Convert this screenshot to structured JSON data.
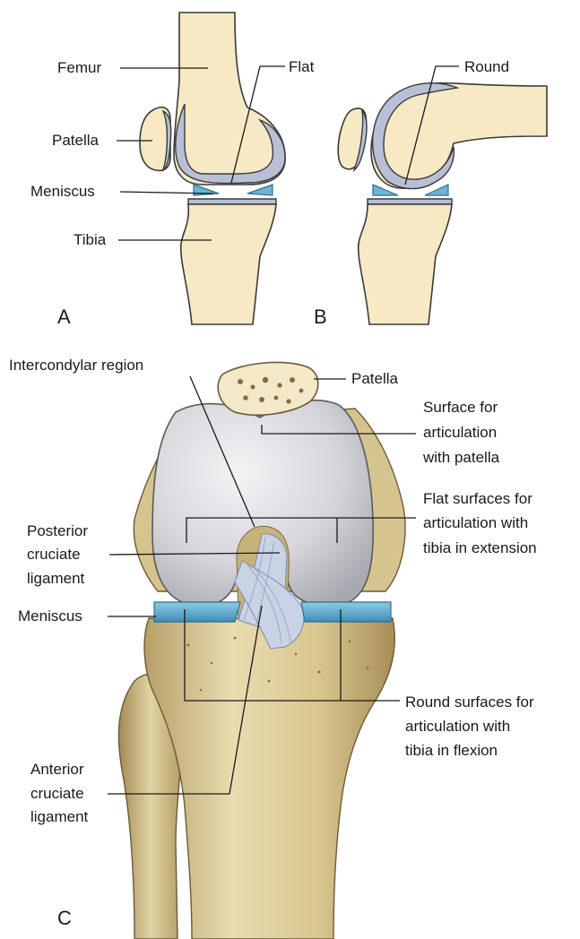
{
  "panels": {
    "A": {
      "letter": "A",
      "labels": {
        "femur": "Femur",
        "flat": "Flat",
        "patella": "Patella",
        "meniscus": "Meniscus",
        "tibia": "Tibia"
      }
    },
    "B": {
      "letter": "B",
      "labels": {
        "round": "Round"
      }
    },
    "C": {
      "letter": "C",
      "labels": {
        "intercondylar_region": "Intercondylar region",
        "patella": "Patella",
        "surface_patella": [
          "Surface for",
          "articulation",
          "with patella"
        ],
        "flat_surfaces": [
          "Flat surfaces for",
          "articulation with",
          "tibia in extension"
        ],
        "posterior_cruciate": [
          "Posterior",
          "cruciate",
          "ligament"
        ],
        "meniscus": "Meniscus",
        "round_surfaces": [
          "Round surfaces for",
          "articulation with",
          "tibia in flexion"
        ],
        "anterior_cruciate": [
          "Anterior",
          "cruciate",
          "ligament"
        ]
      }
    }
  },
  "colors": {
    "bone": "#f6e9c4",
    "cartilage": "#b8bfd6",
    "meniscus": "#6fb3d2",
    "condyle_highlight": "#f4f4f6",
    "condyle_shadow": "#a8a8b0",
    "ligament": "#c8d4e6"
  }
}
